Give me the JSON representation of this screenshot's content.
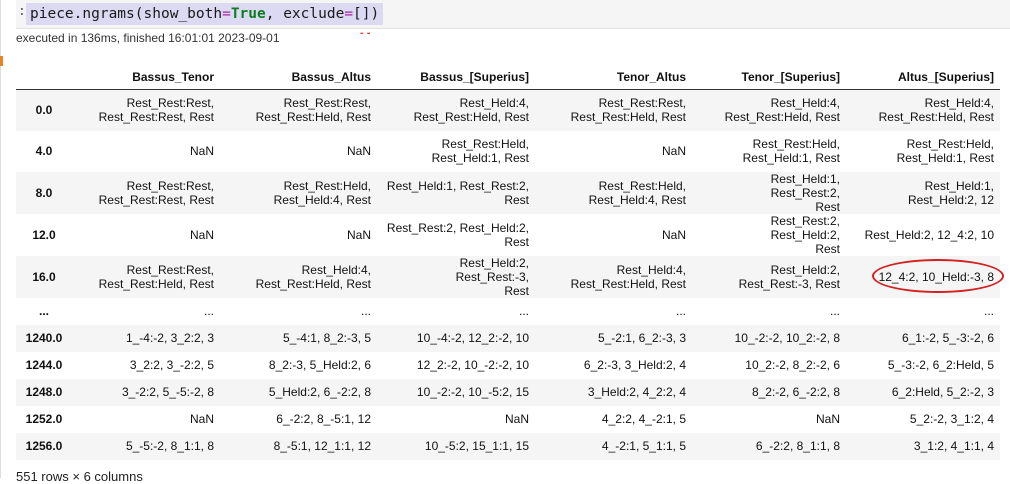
{
  "code": {
    "prompt": ":",
    "func": "piece.ngrams",
    "arg1_name": "show_both",
    "arg1_value": "True",
    "arg2_name": "exclude",
    "arg2_value": "[]"
  },
  "exec_status": "executed in 136ms, finished 16:01:01 2023-09-01",
  "exec_marks": "- -",
  "table": {
    "columns": [
      "Bassus_Tenor",
      "Bassus_Altus",
      "Bassus_[Superius]",
      "Tenor_Altus",
      "Tenor_[Superius]",
      "Altus_[Superius]"
    ],
    "rows": [
      {
        "index": "0.0",
        "cells": [
          [
            "Rest_Rest:Rest,",
            "Rest_Rest:Rest, Rest"
          ],
          [
            "Rest_Rest:Rest,",
            "Rest_Rest:Held, Rest"
          ],
          [
            "Rest_Held:4,",
            "Rest_Rest:Held, Rest"
          ],
          [
            "Rest_Rest:Rest,",
            "Rest_Rest:Held, Rest"
          ],
          [
            "Rest_Held:4,",
            "Rest_Rest:Held, Rest"
          ],
          [
            "Rest_Held:4,",
            "Rest_Rest:Held, Rest"
          ]
        ]
      },
      {
        "index": "4.0",
        "cells": [
          [
            "NaN",
            ""
          ],
          [
            "NaN",
            ""
          ],
          [
            "Rest_Rest:Held,",
            "Rest_Held:1, Rest"
          ],
          [
            "NaN",
            ""
          ],
          [
            "Rest_Rest:Held,",
            "Rest_Held:1, Rest"
          ],
          [
            "Rest_Rest:Held,",
            "Rest_Held:1, Rest"
          ]
        ]
      },
      {
        "index": "8.0",
        "cells": [
          [
            "Rest_Rest:Rest,",
            "Rest_Rest:Rest, Rest"
          ],
          [
            "Rest_Rest:Held,",
            "Rest_Held:4, Rest"
          ],
          [
            "Rest_Held:1, Rest_Rest:2,",
            "Rest"
          ],
          [
            "Rest_Rest:Held,",
            "Rest_Held:4, Rest"
          ],
          [
            "Rest_Held:1, Rest_Rest:2,",
            "Rest"
          ],
          [
            "Rest_Held:1,",
            "Rest_Held:2, 12"
          ]
        ]
      },
      {
        "index": "12.0",
        "cells": [
          [
            "NaN",
            ""
          ],
          [
            "NaN",
            ""
          ],
          [
            "Rest_Rest:2, Rest_Held:2,",
            "Rest"
          ],
          [
            "NaN",
            ""
          ],
          [
            "Rest_Rest:2, Rest_Held:2,",
            "Rest"
          ],
          [
            "Rest_Held:2, 12_4:2, 10",
            ""
          ]
        ]
      },
      {
        "index": "16.0",
        "cells": [
          [
            "Rest_Rest:Rest,",
            "Rest_Rest:Held, Rest"
          ],
          [
            "Rest_Held:4,",
            "Rest_Rest:Held, Rest"
          ],
          [
            "Rest_Held:2, Rest_Rest:-3,",
            "Rest"
          ],
          [
            "Rest_Held:4,",
            "Rest_Rest:Held, Rest"
          ],
          [
            "Rest_Held:2,",
            "Rest_Rest:-3, Rest"
          ],
          [
            "12_4:2, 10_Held:-3, 8",
            ""
          ]
        ]
      },
      {
        "index": "...",
        "cells": [
          [
            "...",
            ""
          ],
          [
            "...",
            ""
          ],
          [
            "...",
            ""
          ],
          [
            "...",
            ""
          ],
          [
            "...",
            ""
          ],
          [
            "...",
            ""
          ]
        ]
      },
      {
        "index": "1240.0",
        "cells": [
          [
            "1_-4:-2, 3_2:2, 3",
            ""
          ],
          [
            "5_-4:1, 8_2:-3, 5",
            ""
          ],
          [
            "10_-4:-2, 12_2:-2, 10",
            ""
          ],
          [
            "5_-2:1, 6_2:-3, 3",
            ""
          ],
          [
            "10_-2:-2, 10_2:-2, 8",
            ""
          ],
          [
            "6_1:-2, 5_-3:-2, 6",
            ""
          ]
        ]
      },
      {
        "index": "1244.0",
        "cells": [
          [
            "3_2:2, 3_-2:2, 5",
            ""
          ],
          [
            "8_2:-3, 5_Held:2, 6",
            ""
          ],
          [
            "12_2:-2, 10_-2:-2, 10",
            ""
          ],
          [
            "6_2:-3, 3_Held:2, 4",
            ""
          ],
          [
            "10_2:-2, 8_2:-2, 6",
            ""
          ],
          [
            "5_-3:-2, 6_2:Held, 5",
            ""
          ]
        ]
      },
      {
        "index": "1248.0",
        "cells": [
          [
            "3_-2:2, 5_-5:-2, 8",
            ""
          ],
          [
            "5_Held:2, 6_-2:2, 8",
            ""
          ],
          [
            "10_-2:-2, 10_-5:2, 15",
            ""
          ],
          [
            "3_Held:2, 4_2:2, 4",
            ""
          ],
          [
            "8_2:-2, 6_-2:2, 8",
            ""
          ],
          [
            "6_2:Held, 5_2:-2, 3",
            ""
          ]
        ]
      },
      {
        "index": "1252.0",
        "cells": [
          [
            "NaN",
            ""
          ],
          [
            "6_-2:2, 8_-5:1, 12",
            ""
          ],
          [
            "NaN",
            ""
          ],
          [
            "4_2:2, 4_-2:1, 5",
            ""
          ],
          [
            "NaN",
            ""
          ],
          [
            "5_2:-2, 3_1:2, 4",
            ""
          ]
        ]
      },
      {
        "index": "1256.0",
        "cells": [
          [
            "5_-5:-2, 8_1:1, 8",
            ""
          ],
          [
            "8_-5:1, 12_1:1, 12",
            ""
          ],
          [
            "10_-5:2, 15_1:1, 15",
            ""
          ],
          [
            "4_-2:1, 5_1:1, 5",
            ""
          ],
          [
            "6_-2:2, 8_1:1, 8",
            ""
          ],
          [
            "3_1:2, 4_1:1, 4",
            ""
          ]
        ]
      }
    ]
  },
  "footer": "551 rows × 6 columns",
  "colors": {
    "highlight": "#dcdaf3",
    "keyword": "#0a7d1f",
    "annotation": "#d42020",
    "stripe": "#f5f5f5"
  }
}
